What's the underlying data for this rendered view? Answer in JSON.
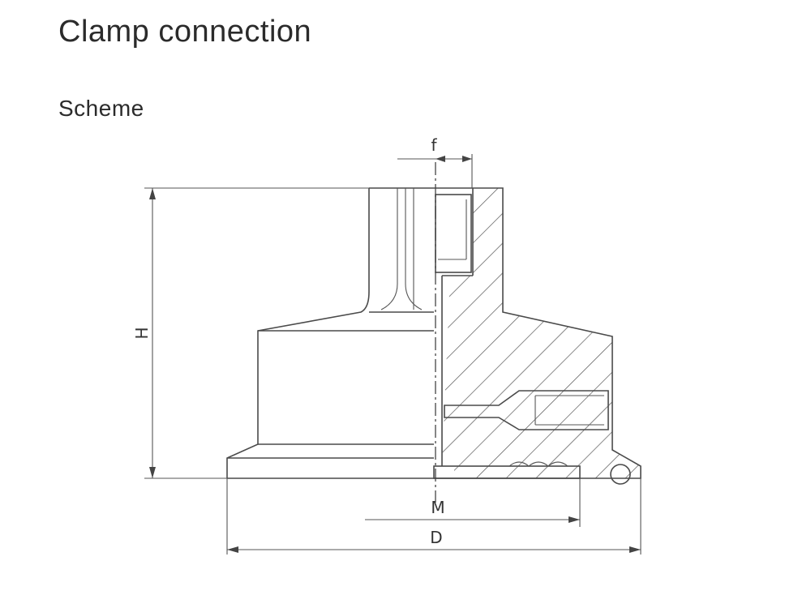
{
  "title": "Clamp connection",
  "subtitle": "Scheme",
  "labels": {
    "f": "f",
    "H": "H",
    "M": "M",
    "D": "D"
  },
  "colors": {
    "line": "#4a4a4a",
    "text": "#2b2b2b"
  }
}
